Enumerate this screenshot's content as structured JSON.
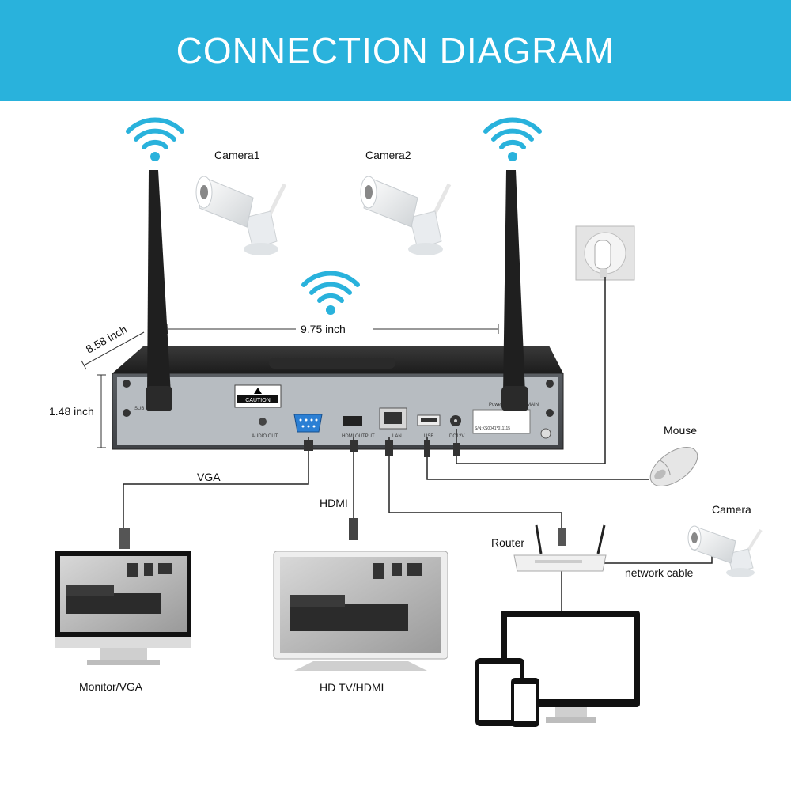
{
  "header": {
    "title": "CONNECTION DIAGRAM",
    "color": "#29b2dc"
  },
  "dimensions": {
    "width": "9.75 inch",
    "depth": "8.58 inch",
    "height": "1.48 inch"
  },
  "devices": {
    "camera1": "Camera1",
    "camera2": "Camera2",
    "mouse": "Mouse",
    "camera3": "Camera",
    "router": "Router",
    "monitor": "Monitor/VGA",
    "tv": "HD TV/HDMI"
  },
  "cables": {
    "vga": "VGA",
    "hdmi": "HDMI",
    "network": "network cable"
  },
  "panel": {
    "caution": "CAUTION",
    "audio_out": "AUDIO OUT",
    "hdmi_port": "HDMI OUTPUT",
    "lan_port": "LAN",
    "usb_port": "USB",
    "dc_port": "DC12V",
    "power": "Power",
    "main": "MAIN",
    "sub": "SUB",
    "serial": "S/N:KS0041*011115"
  },
  "icons": [
    "wifi-icon",
    "camera-icon",
    "antenna-icon",
    "power-socket-icon",
    "mouse-icon",
    "router-icon",
    "monitor-icon",
    "tv-icon",
    "tablet-icon",
    "phone-icon"
  ]
}
